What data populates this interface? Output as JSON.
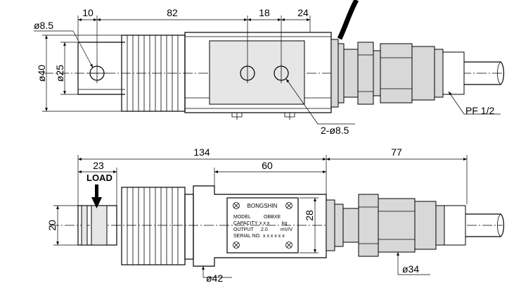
{
  "top_view": {
    "dims": {
      "d10": "10",
      "d82": "82",
      "d18": "18",
      "d24": "24",
      "d_hole": "ø8.5",
      "d_40": "ø40",
      "d_25": "ø25",
      "d_holes2": "2-ø8.5",
      "d_pf": "PF 1/2"
    }
  },
  "side_view": {
    "dims": {
      "d134": "134",
      "d77": "77",
      "d23": "23",
      "d60": "60",
      "d28": "28",
      "d20": "20",
      "d42": "ø42",
      "d34": "ø34"
    },
    "load_label": "LOAD",
    "plate": {
      "brand": "BONGSHIN",
      "rows": [
        {
          "label": "MODEL",
          "value": "OBBXE",
          "unit": ""
        },
        {
          "label": "CAPACITY",
          "value": "x x x",
          "unit": "kg"
        },
        {
          "label": "OUTPUT",
          "value": "2.0",
          "unit": "mV/V"
        },
        {
          "label": "SERIAL NO.",
          "value": "x x x x x x",
          "unit": ""
        }
      ]
    }
  }
}
